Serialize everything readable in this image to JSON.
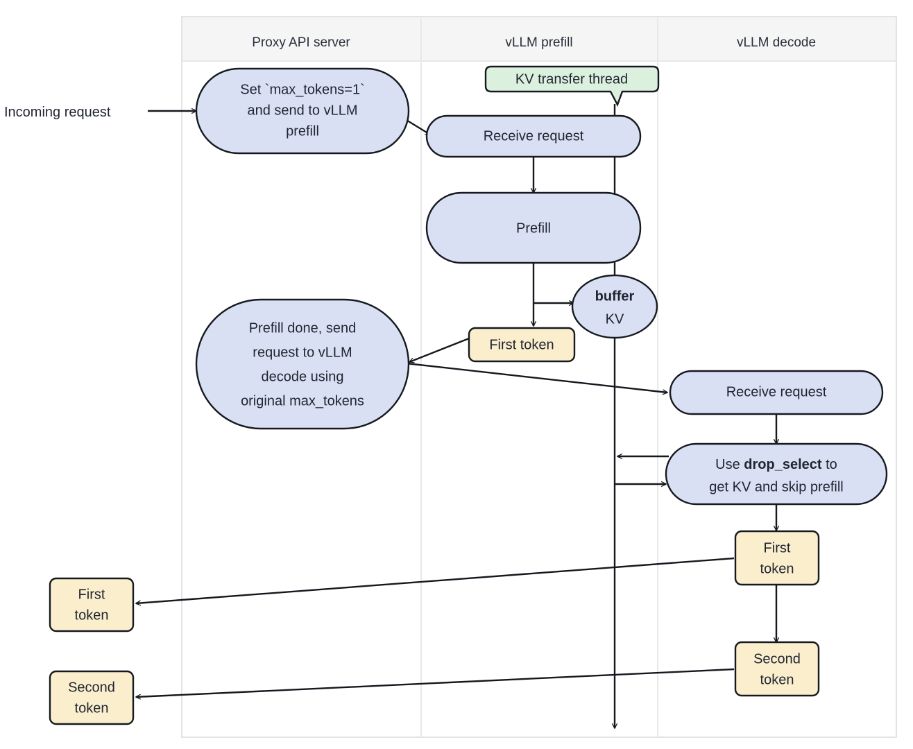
{
  "diagram": {
    "title": "vLLM disaggregated prefill/decode flow",
    "colors": {
      "process_fill": "#dae0f3",
      "token_fill": "#faeecd",
      "note_fill": "#dcf0de",
      "stroke": "#16191f",
      "lane_header_fill": "#f5f5f6",
      "lane_border": "#e3e3e5",
      "background": "#ffffff"
    },
    "lanes": [
      {
        "id": "proxy",
        "label": "Proxy API server"
      },
      {
        "id": "prefill",
        "label": "vLLM prefill"
      },
      {
        "id": "decode",
        "label": "vLLM decode"
      }
    ],
    "external_labels": [
      {
        "id": "incoming-request",
        "text": "Incoming request"
      }
    ],
    "nodes": [
      {
        "id": "set-max-tokens",
        "lane": "proxy",
        "shape": "stadium",
        "style": "process",
        "lines": [
          "Set `max_tokens=1`",
          "and send to vLLM",
          "prefill"
        ]
      },
      {
        "id": "prefill-done",
        "lane": "proxy",
        "shape": "stadium",
        "style": "process",
        "lines": [
          "Prefill done, send",
          "request to vLLM",
          "decode using",
          "original max_tokens"
        ]
      },
      {
        "id": "proxy-first-token",
        "lane": "proxy-left",
        "shape": "rect",
        "style": "token",
        "lines": [
          "First",
          "token"
        ]
      },
      {
        "id": "proxy-second-token",
        "lane": "proxy-left",
        "shape": "rect",
        "style": "token",
        "lines": [
          "Second",
          "token"
        ]
      },
      {
        "id": "kv-transfer-thread",
        "lane": "prefill",
        "shape": "callout",
        "style": "note",
        "lines": [
          "KV transfer thread"
        ]
      },
      {
        "id": "prefill-receive-request",
        "lane": "prefill",
        "shape": "stadium",
        "style": "process",
        "lines": [
          "Receive request"
        ]
      },
      {
        "id": "prefill-node",
        "lane": "prefill",
        "shape": "stadium",
        "style": "process",
        "lines": [
          "Prefill"
        ]
      },
      {
        "id": "buffer-kv",
        "lane": "prefill",
        "shape": "ellipse",
        "style": "process",
        "lines": [
          "buffer",
          "KV"
        ],
        "bold_lines": [
          "buffer"
        ]
      },
      {
        "id": "prefill-first-token",
        "lane": "prefill",
        "shape": "rect",
        "style": "token",
        "lines": [
          "First token"
        ]
      },
      {
        "id": "decode-receive-request",
        "lane": "decode",
        "shape": "stadium",
        "style": "process",
        "lines": [
          "Receive request"
        ]
      },
      {
        "id": "drop-select",
        "lane": "decode",
        "shape": "stadium",
        "style": "process",
        "lines": [
          "Use drop_select to",
          "get KV and skip prefill"
        ],
        "bold_lines": [
          "drop_select"
        ]
      },
      {
        "id": "decode-first-token",
        "lane": "decode",
        "shape": "rect",
        "style": "token",
        "lines": [
          "First",
          "token"
        ]
      },
      {
        "id": "decode-second-token",
        "lane": "decode",
        "shape": "rect",
        "style": "token",
        "lines": [
          "Second",
          "token"
        ]
      }
    ],
    "edges": [
      {
        "from": "incoming-request",
        "to": "set-max-tokens",
        "arrow": "single"
      },
      {
        "from": "set-max-tokens",
        "to": "prefill-receive-request",
        "arrow": "single"
      },
      {
        "from": "kv-transfer-thread",
        "to": "kv-thread-line",
        "arrow": "none"
      },
      {
        "from": "prefill-receive-request",
        "to": "prefill-node",
        "arrow": "single"
      },
      {
        "from": "prefill-node",
        "to": "prefill-first-token",
        "arrow": "single"
      },
      {
        "from": "prefill-node",
        "to": "buffer-kv",
        "arrow": "single"
      },
      {
        "from": "prefill-first-token",
        "to": "prefill-done",
        "arrow": "single"
      },
      {
        "from": "prefill-done",
        "to": "decode-receive-request",
        "arrow": "single"
      },
      {
        "from": "decode-receive-request",
        "to": "drop-select",
        "arrow": "single"
      },
      {
        "from": "drop-select",
        "to": "kv-thread-line",
        "arrow": "single"
      },
      {
        "from": "kv-thread-line",
        "to": "drop-select",
        "arrow": "single"
      },
      {
        "from": "drop-select",
        "to": "decode-first-token",
        "arrow": "single"
      },
      {
        "from": "decode-first-token",
        "to": "decode-second-token",
        "arrow": "single"
      },
      {
        "from": "decode-first-token",
        "to": "proxy-first-token",
        "arrow": "single"
      },
      {
        "from": "decode-second-token",
        "to": "proxy-second-token",
        "arrow": "single"
      }
    ],
    "text": {
      "lane_proxy": "Proxy API server",
      "lane_prefill": "vLLM prefill",
      "lane_decode": "vLLM decode",
      "incoming_request": "Incoming request",
      "set_max_tokens_l1": "Set `max_tokens=1`",
      "set_max_tokens_l2": "and send to vLLM",
      "set_max_tokens_l3": "prefill",
      "prefill_done_l1": "Prefill done, send",
      "prefill_done_l2": "request to vLLM",
      "prefill_done_l3": "decode using",
      "prefill_done_l4": "original max_tokens",
      "kv_transfer_thread": "KV transfer thread",
      "receive_request": "Receive request",
      "prefill": "Prefill",
      "buffer": "buffer",
      "kv": "KV",
      "first_token_inline": "First token",
      "decode_receive_request": "Receive request",
      "drop_select_l1_a": "Use ",
      "drop_select_l1_b": "drop_select",
      "drop_select_l1_c": " to",
      "drop_select_l2": "get KV and skip prefill",
      "first": "First",
      "second": "Second",
      "token": "token"
    }
  }
}
